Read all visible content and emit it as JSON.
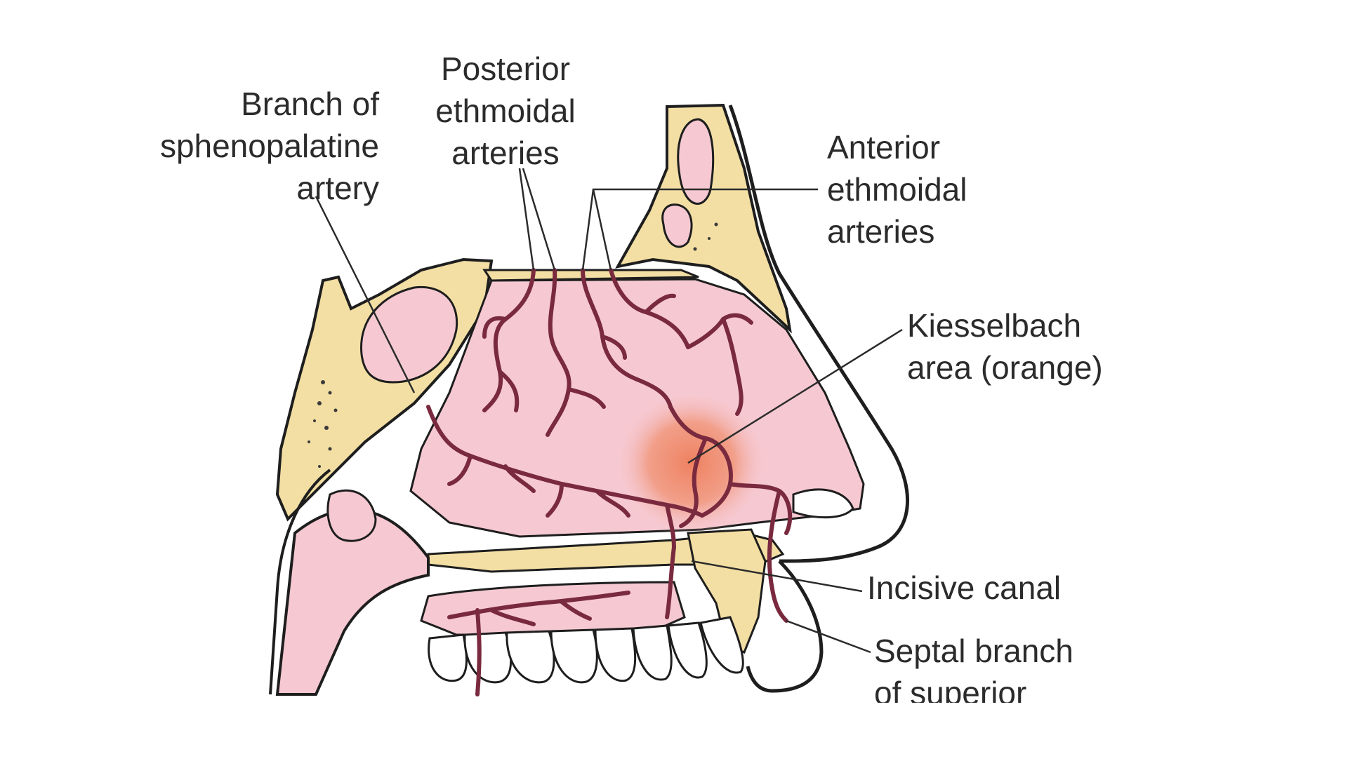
{
  "labels": {
    "sphenopalatine": "Branch of\nsphenopalatine\nartery",
    "posterior_ethmoidal": "Posterior\nethmoidal\narteries",
    "anterior_ethmoidal": "Anterior\nethmoidal\narteries",
    "kiesselbach": "Kiesselbach\narea (orange)",
    "incisive_canal": "Incisive canal",
    "septal_branch": "Septal branch\nof superior"
  },
  "colors": {
    "bone": "#f3dfa4",
    "mucosa": "#f6c9d2",
    "artery": "#7a2a3e",
    "kiesselbach": "#ef8a66",
    "outline": "#1e1e1e",
    "teeth": "#ffffff"
  }
}
